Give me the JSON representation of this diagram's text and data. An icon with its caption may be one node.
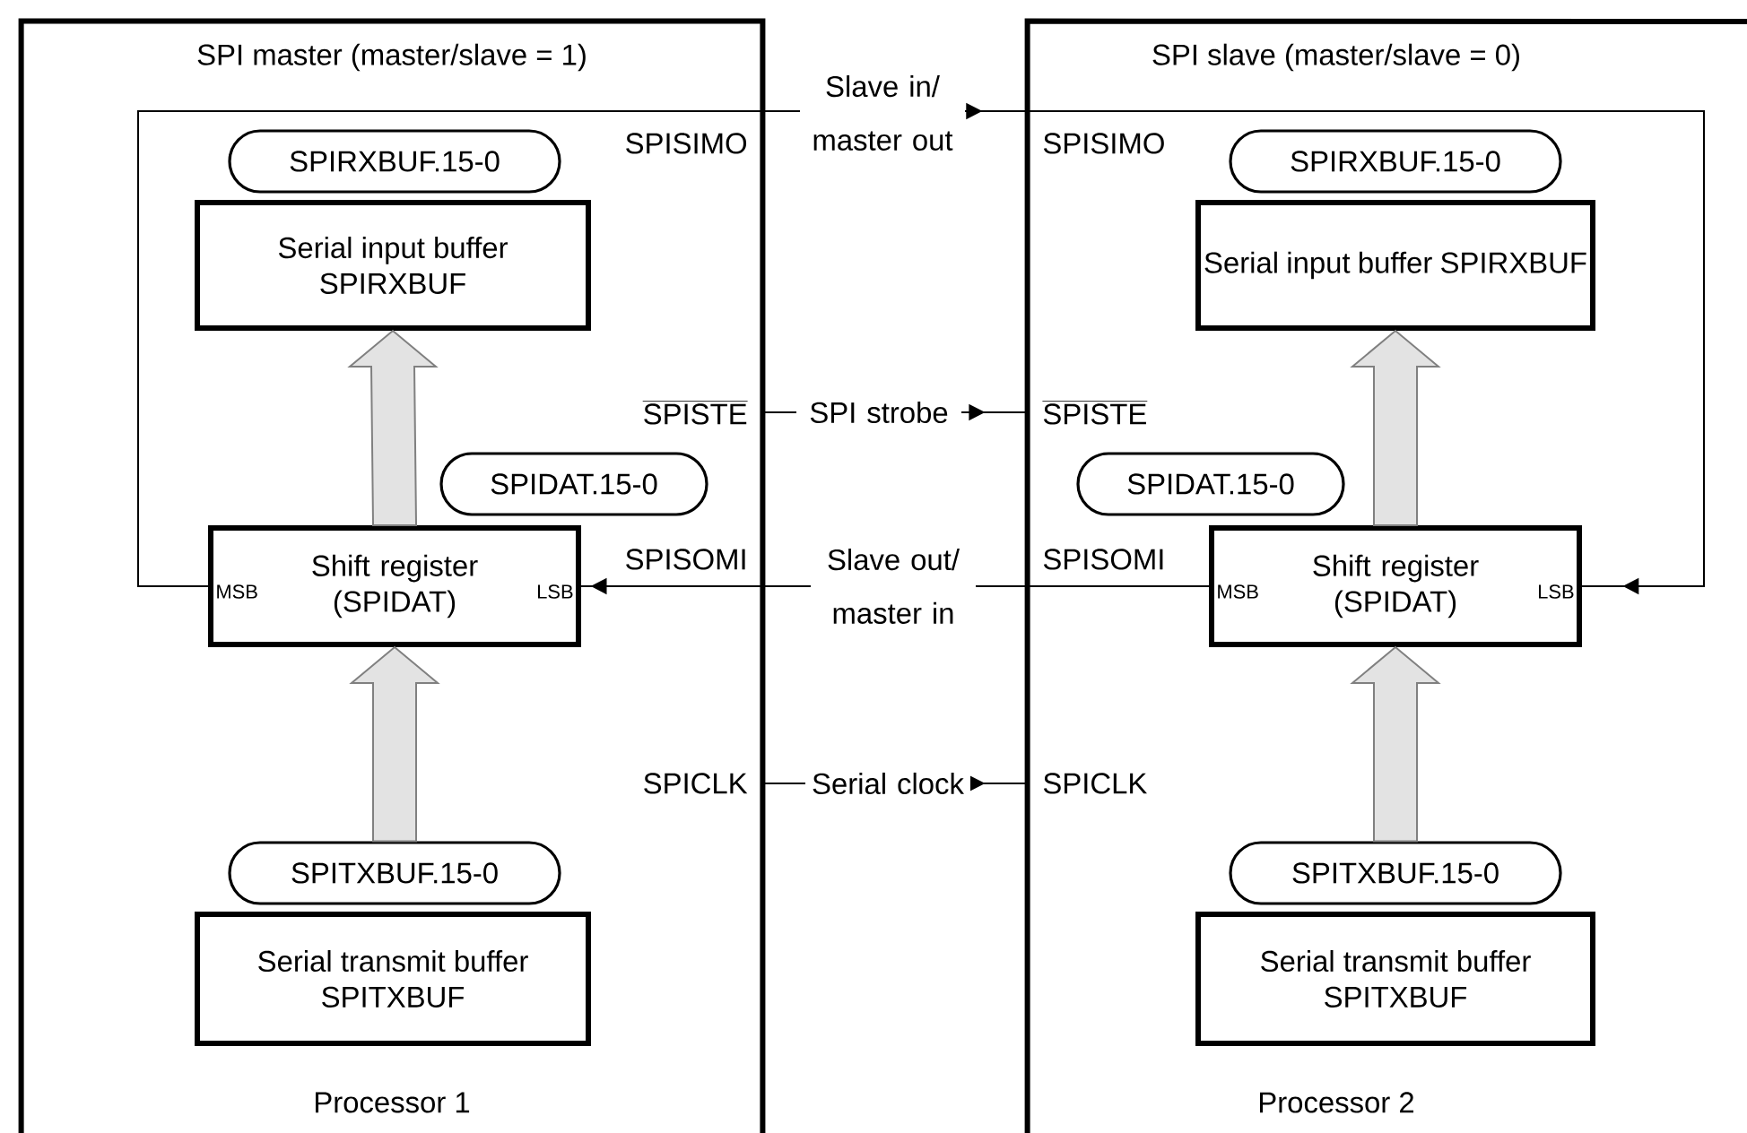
{
  "diagram": {
    "nodes": [
      {
        "text": [
          "SPI master (master/slave = 1)",
          "Processor 1"
        ]
      },
      {
        "text": [
          "SPIRXBUF.15-0"
        ],
        "in": 0
      },
      {
        "text": [
          "Serial input buffer SPIRXBUF"
        ],
        "in": 0
      },
      {
        "text": [
          "SPIDAT.15-0"
        ],
        "in": 0
      },
      {
        "text": [
          "MSB",
          "Shift register (SPIDAT)",
          "LSB"
        ],
        "in": 0
      },
      {
        "text": [
          "SPITXBUF.15-0"
        ],
        "in": 0
      },
      {
        "text": [
          "Serial transmit buffer SPITXBUF"
        ],
        "in": 0
      },
      {
        "text": [
          "SPI slave (master/slave = 0)",
          "Processor 2"
        ]
      },
      {
        "text": [
          "SPIRXBUF.15-0"
        ],
        "in": 7
      },
      {
        "text": [
          "Serial input buffer SPIRXBUF"
        ],
        "in": 7
      },
      {
        "text": [
          "SPIDAT.15-0"
        ],
        "in": 7
      },
      {
        "text": [
          "MSB",
          "Shift register (SPIDAT)",
          "LSB"
        ],
        "in": 7
      },
      {
        "text": [
          "SPITXBUF.15-0"
        ],
        "in": 7
      },
      {
        "text": [
          "Serial transmit buffer SPITXBUF"
        ],
        "in": 7
      }
    ],
    "edges": [
      {
        "from": 4,
        "to": 11,
        "arrow": "to",
        "label": "Slave in/ master out"
      },
      {
        "from": 0,
        "to": 7,
        "arrow": "to",
        "label": "SPI strobe"
      },
      {
        "from": 11,
        "to": 4,
        "arrow": "to",
        "label": "Slave out/ master in"
      },
      {
        "from": 0,
        "to": 7,
        "arrow": "to",
        "label": "Serial clock"
      },
      {
        "from": 5,
        "to": 4,
        "arrow": "to",
        "style": "thick",
        "color": "#e3e3e3"
      },
      {
        "from": 4,
        "to": 2,
        "arrow": "to",
        "style": "thick",
        "color": "#e3e3e3"
      },
      {
        "from": 12,
        "to": 11,
        "arrow": "to",
        "style": "thick",
        "color": "#e3e3e3"
      },
      {
        "from": 11,
        "to": 9,
        "arrow": "to",
        "style": "thick",
        "color": "#e3e3e3"
      }
    ],
    "labels": [
      "SPISIMO",
      "SPISIMO",
      "SPISTE",
      "SPISTE",
      "SPISOMI",
      "SPISOMI",
      "SPICLK",
      "SPICLK"
    ]
  }
}
